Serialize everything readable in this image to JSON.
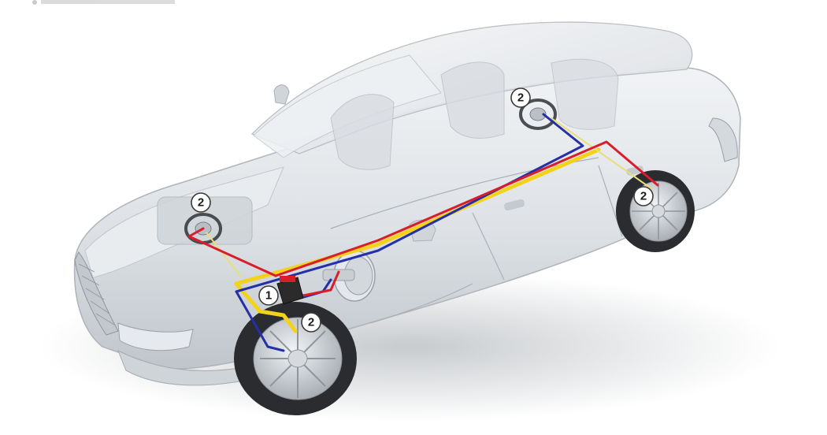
{
  "callouts": [
    {
      "id": "abs-control-unit",
      "label": "1"
    },
    {
      "id": "wheel-sensor-rear-right",
      "label": "2"
    },
    {
      "id": "wheel-sensor-front-left-top",
      "label": "2"
    },
    {
      "id": "wheel-sensor-rear-left",
      "label": "2"
    },
    {
      "id": "wheel-sensor-front-left",
      "label": "2"
    }
  ],
  "colors": {
    "line_red": "#d81e2a",
    "line_blue": "#2530a8",
    "line_yellow": "#f2d21a",
    "line_yellow_thin": "#e8de7a",
    "body": "#dfe3e7",
    "body_shadow": "#b9bfc5",
    "glass": "#eef1f4",
    "tire": "#2a2c2f",
    "rim": "#c7ccd1",
    "unit": "#2b2b2b"
  }
}
